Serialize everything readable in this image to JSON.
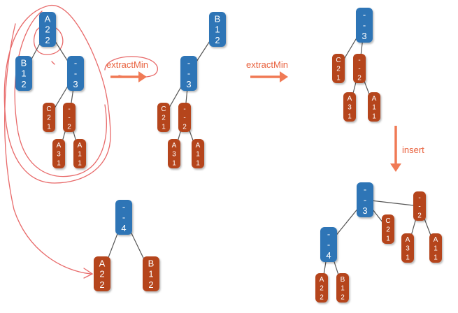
{
  "colors": {
    "blue_node": "#2e75b6",
    "red_node": "#b5441f",
    "edge": "#555555",
    "arrow": "#f07a55",
    "label": "#e8603c",
    "annotation": "#e86a6a"
  },
  "labels": {
    "op1": "extractMin",
    "op2": "extractMin",
    "op3": "insert"
  },
  "trees": {
    "t1": {
      "root": {
        "lines": [
          "A",
          "2",
          "2"
        ],
        "color": "blue"
      },
      "b": {
        "lines": [
          "B",
          "1",
          "2"
        ],
        "color": "blue"
      },
      "dash3": {
        "lines": [
          "-",
          "-",
          "3"
        ],
        "color": "blue"
      },
      "c21": {
        "lines": [
          "C",
          "2",
          "1"
        ],
        "color": "red"
      },
      "dash2": {
        "lines": [
          "-",
          "-",
          "2"
        ],
        "color": "red"
      },
      "a31": {
        "lines": [
          "A",
          "3",
          "1"
        ],
        "color": "red"
      },
      "a11": {
        "lines": [
          "A",
          "1",
          "1"
        ],
        "color": "red"
      }
    },
    "t2": {
      "b": {
        "lines": [
          "B",
          "1",
          "2"
        ],
        "color": "blue"
      },
      "dash3": {
        "lines": [
          "-",
          "-",
          "3"
        ],
        "color": "blue"
      },
      "c21": {
        "lines": [
          "C",
          "2",
          "1"
        ],
        "color": "red"
      },
      "dash2": {
        "lines": [
          "-",
          "-",
          "2"
        ],
        "color": "red"
      },
      "a31": {
        "lines": [
          "A",
          "3",
          "1"
        ],
        "color": "red"
      },
      "a11": {
        "lines": [
          "A",
          "1",
          "1"
        ],
        "color": "red"
      }
    },
    "t3": {
      "dash3": {
        "lines": [
          "-",
          "-",
          "3"
        ],
        "color": "blue"
      },
      "c21": {
        "lines": [
          "C",
          "2",
          "1"
        ],
        "color": "red"
      },
      "dash2": {
        "lines": [
          "-",
          "-",
          "2"
        ],
        "color": "red"
      },
      "a31": {
        "lines": [
          "A",
          "3",
          "1"
        ],
        "color": "red"
      },
      "a11": {
        "lines": [
          "A",
          "1",
          "1"
        ],
        "color": "red"
      }
    },
    "t4": {
      "dash4": {
        "lines": [
          "-",
          "-",
          "4"
        ],
        "color": "blue"
      },
      "a22": {
        "lines": [
          "A",
          "2",
          "2"
        ],
        "color": "red"
      },
      "b12": {
        "lines": [
          "B",
          "1",
          "2"
        ],
        "color": "red"
      }
    },
    "t5": {
      "dash3": {
        "lines": [
          "-",
          "-",
          "3"
        ],
        "color": "blue"
      },
      "dash4": {
        "lines": [
          "-",
          "-",
          "4"
        ],
        "color": "blue"
      },
      "c21": {
        "lines": [
          "C",
          "2",
          "1"
        ],
        "color": "red"
      },
      "dash2": {
        "lines": [
          "-",
          "-",
          "2"
        ],
        "color": "red"
      },
      "a22": {
        "lines": [
          "A",
          "2",
          "2"
        ],
        "color": "red"
      },
      "b12": {
        "lines": [
          "B",
          "1",
          "2"
        ],
        "color": "red"
      },
      "a31": {
        "lines": [
          "A",
          "3",
          "1"
        ],
        "color": "red"
      },
      "a11": {
        "lines": [
          "A",
          "1",
          "1"
        ],
        "color": "red"
      }
    }
  }
}
